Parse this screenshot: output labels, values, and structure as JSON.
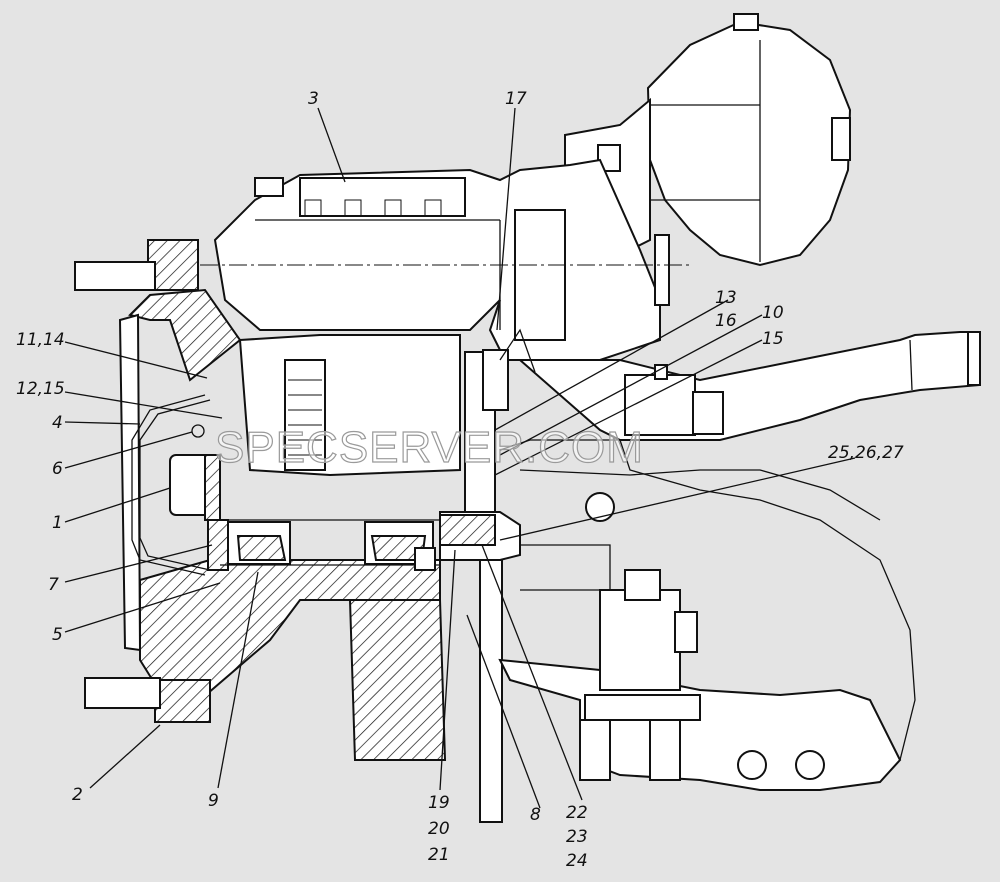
{
  "watermark": "SPECSERVER.COM",
  "callouts": [
    {
      "id": "c-3",
      "text": "3"
    },
    {
      "id": "c-17",
      "text": "17"
    },
    {
      "id": "c-13",
      "text": "13"
    },
    {
      "id": "c-16",
      "text": "16"
    },
    {
      "id": "c-10",
      "text": "10"
    },
    {
      "id": "c-15",
      "text": "15"
    },
    {
      "id": "c-11-14",
      "text": "11,14"
    },
    {
      "id": "c-12-15",
      "text": "12,15"
    },
    {
      "id": "c-4",
      "text": "4"
    },
    {
      "id": "c-6",
      "text": "6"
    },
    {
      "id": "c-1",
      "text": "1"
    },
    {
      "id": "c-7",
      "text": "7"
    },
    {
      "id": "c-5",
      "text": "5"
    },
    {
      "id": "c-2",
      "text": "2"
    },
    {
      "id": "c-9",
      "text": "9"
    },
    {
      "id": "c-19",
      "text": "19"
    },
    {
      "id": "c-20",
      "text": "20"
    },
    {
      "id": "c-21",
      "text": "21"
    },
    {
      "id": "c-8",
      "text": "8"
    },
    {
      "id": "c-22",
      "text": "22"
    },
    {
      "id": "c-23",
      "text": "23"
    },
    {
      "id": "c-24",
      "text": "24"
    },
    {
      "id": "c-25-26-27",
      "text": "25,26,27"
    }
  ]
}
